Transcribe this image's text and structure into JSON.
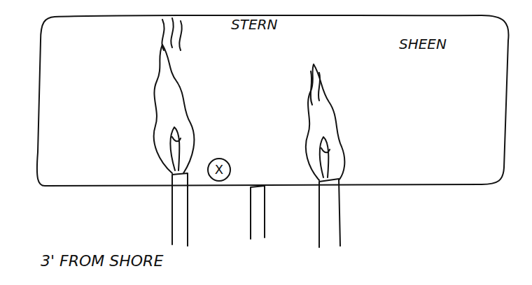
{
  "diagram": {
    "nodes": [
      {
        "text": [
          "STERN",
          "SHEEN"
        ]
      },
      {
        "text": [
          "X"
        ],
        "in": 0
      }
    ],
    "labels": [
      "3' FROM SHORE"
    ]
  }
}
